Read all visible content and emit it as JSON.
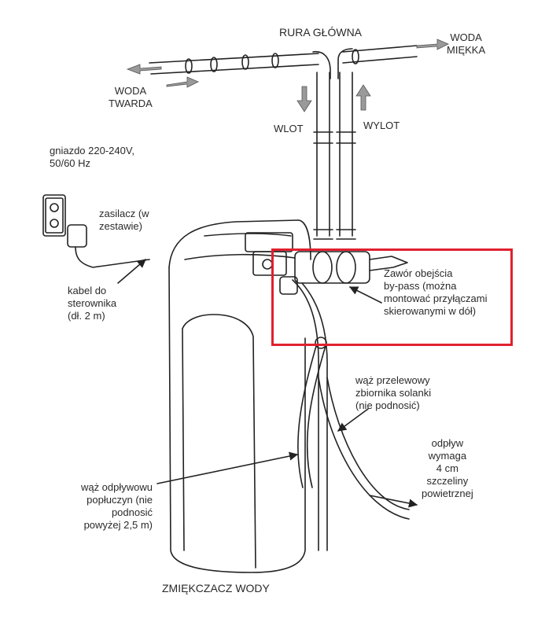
{
  "labels": {
    "main_pipe": "RURA GŁÓWNA",
    "soft_water": [
      "WODA",
      "MIĘKKA"
    ],
    "hard_water": [
      "WODA",
      "TWARDA"
    ],
    "inlet": "WLOT",
    "outlet": "WYLOT",
    "power_socket": [
      "gniazdo 220-240V,",
      "50/60 Hz"
    ],
    "adapter": [
      "zasilacz (w",
      "zestawie)"
    ],
    "cable": [
      "kabel do",
      "sterownika",
      "(dł. 2 m)"
    ],
    "bypass_valve": [
      "Zawór obejścia",
      "by-pass (można",
      "montować przyłączami",
      "skierowanymi w dół)"
    ],
    "overflow_hose": [
      "wąż przelewowy",
      "zbiornika solanki",
      "(nie podnosić)"
    ],
    "drain": [
      "odpływ",
      "wymaga",
      "4 cm",
      "szczeliny",
      "powietrznej"
    ],
    "drain_hose": [
      "wąż odpływowu",
      "popłuczyn (nie",
      "podnosić",
      "powyżej 2,5 m)"
    ],
    "title": "ZMIĘKCZACZ WODY"
  },
  "colors": {
    "highlight": "#e0202f",
    "line": "#222222",
    "arrow_fill": "#9a9a9a"
  }
}
